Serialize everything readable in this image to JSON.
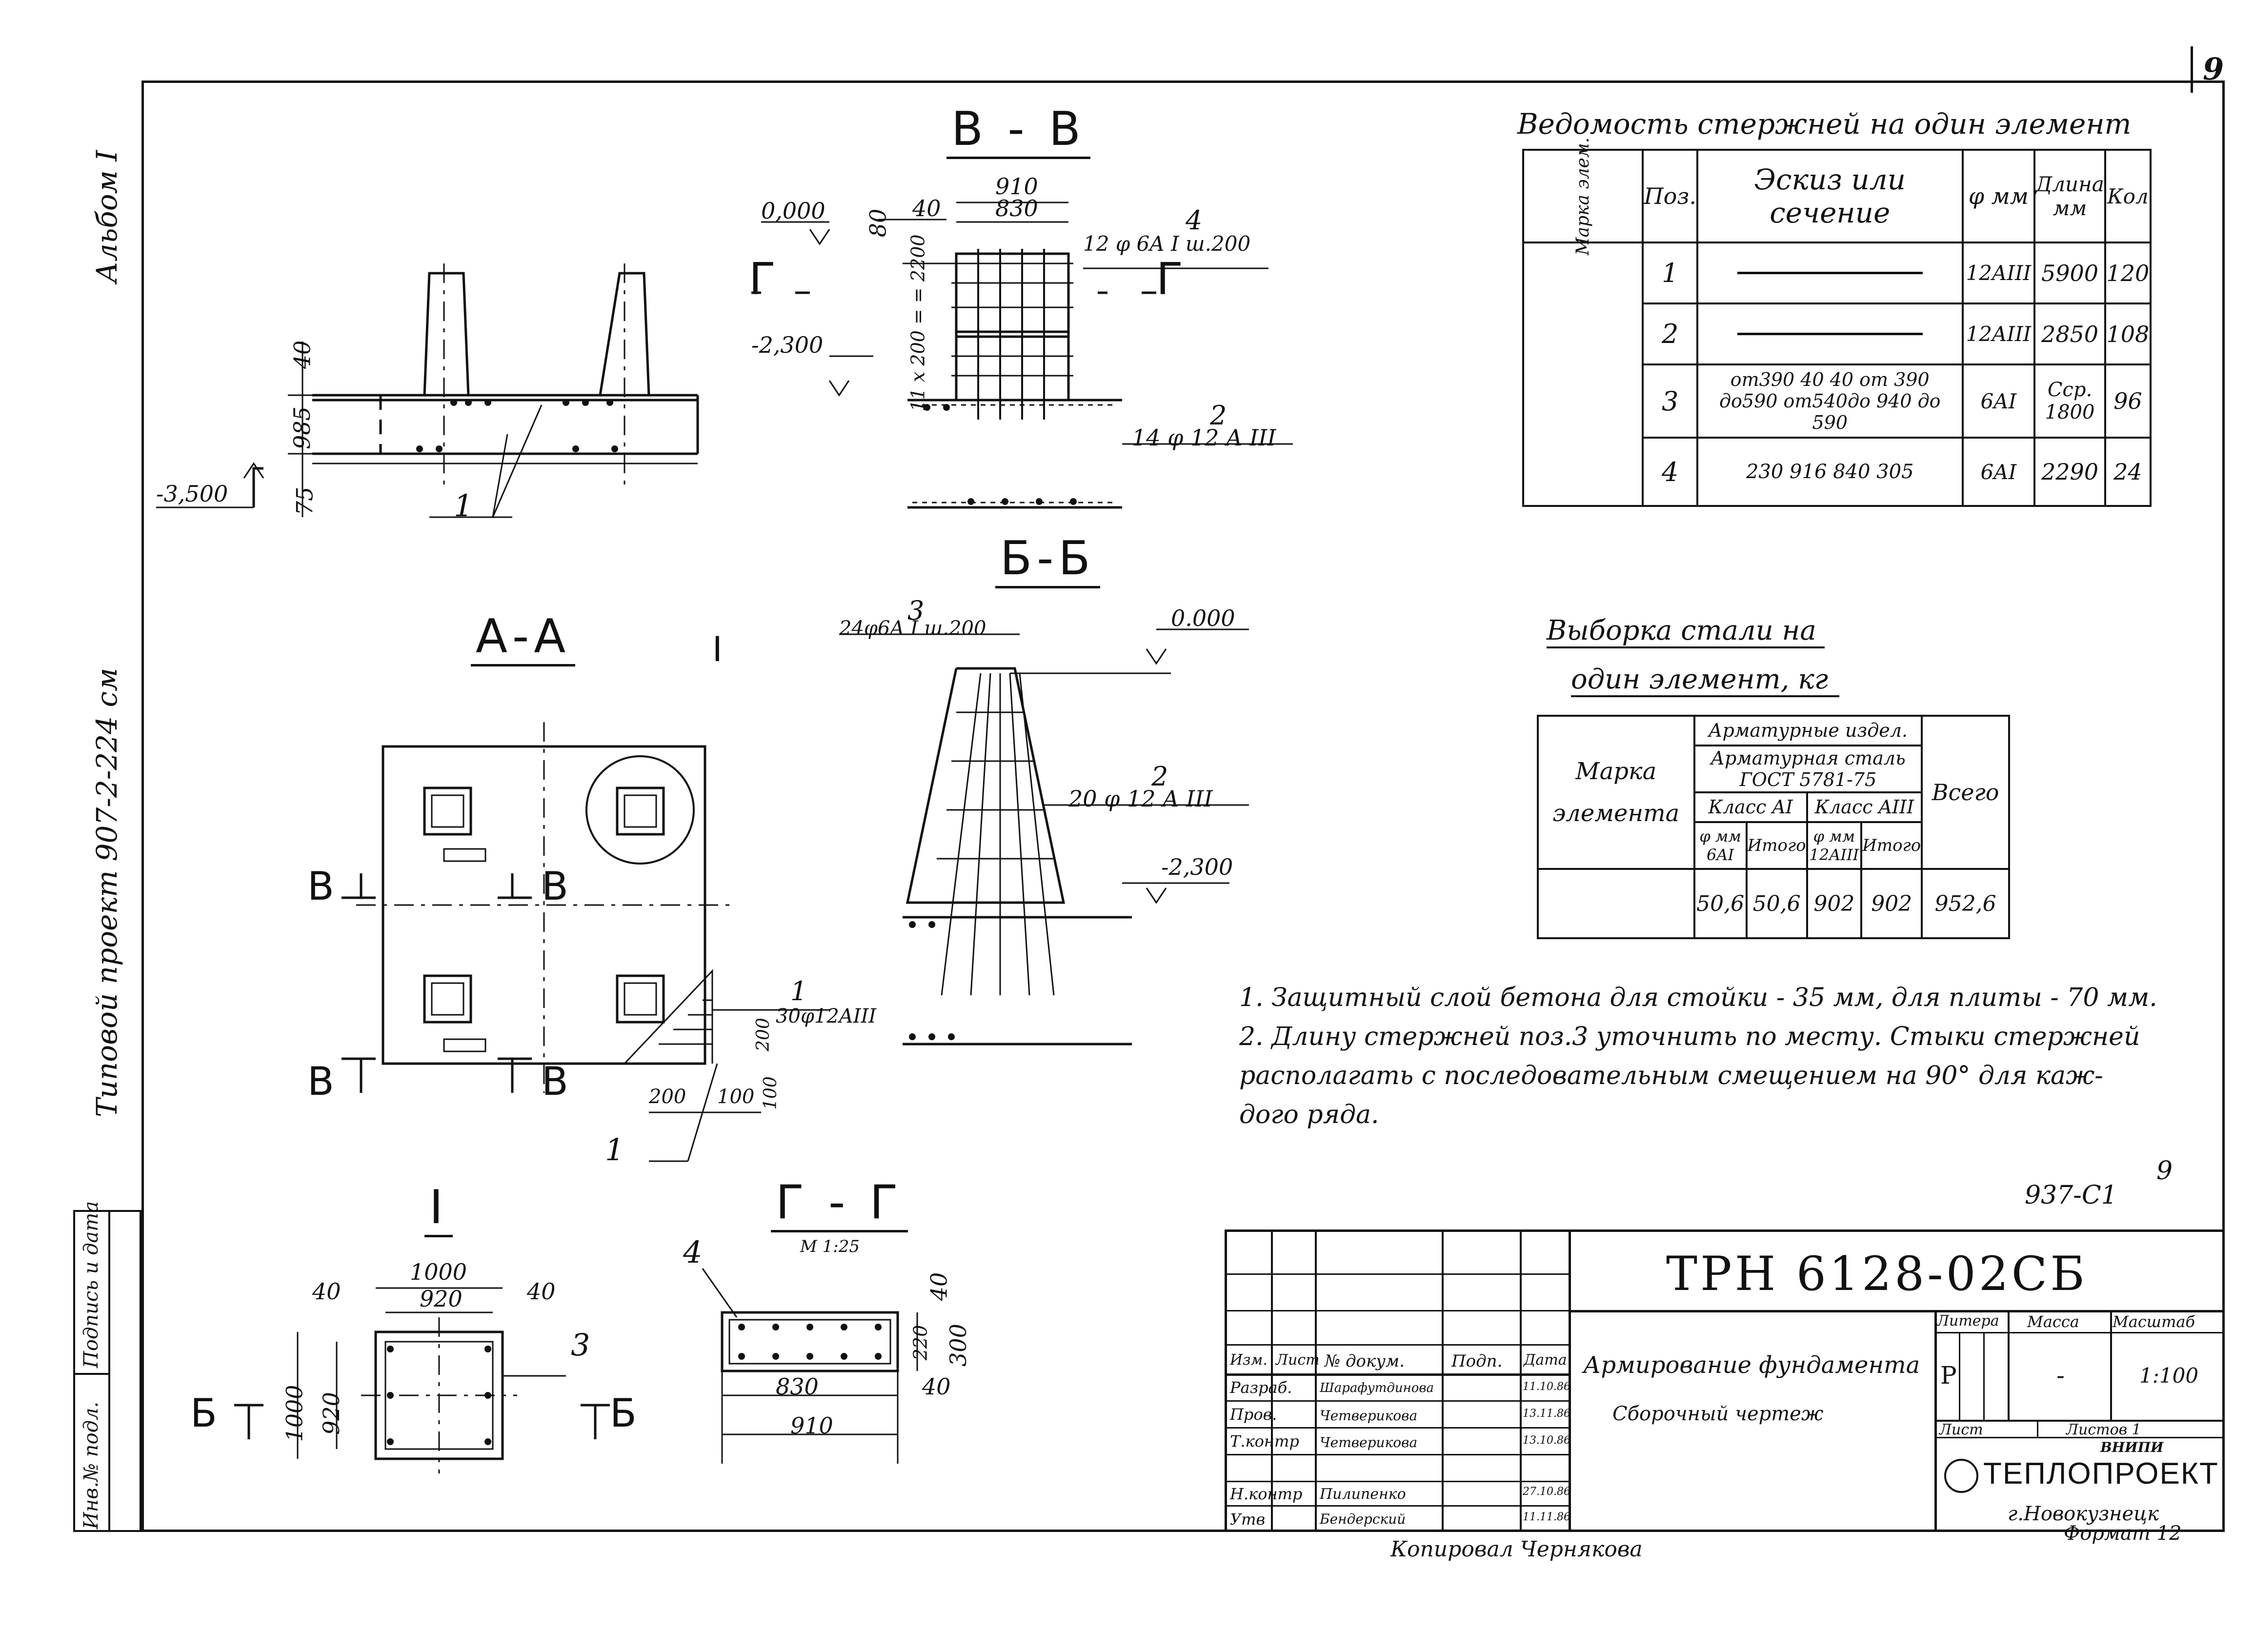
{
  "sheet": {
    "page_number": "9",
    "album": "Альбом I",
    "project": "Типовой проект  907-2-224 см",
    "drawing_ref": "937-C1",
    "drawing_ref_page": "9",
    "copied_by": "Копировал  Чернякова",
    "format": "Формат 12"
  },
  "left_stamp": {
    "cells": [
      "Инв.№ подл.",
      "Подпись и дата"
    ]
  },
  "views": {
    "vv": {
      "title": "В - В",
      "labels": [
        "910",
        "830",
        "40",
        "4",
        "12 φ 6A I ш.200",
        "0,000",
        "-2,300",
        "80",
        "11 x 200 = = 2200",
        "2",
        "14 φ 12 A III",
        "Г",
        "Г"
      ]
    },
    "elevation": {
      "labels": [
        "40",
        "985",
        "75",
        "-3,500",
        "1"
      ]
    },
    "aa": {
      "title": "А-А",
      "labels": [
        "I",
        "В",
        "В",
        "В",
        "В",
        "1",
        "30φ12AIII",
        "200",
        "200",
        "100",
        "100",
        "1"
      ]
    },
    "bb": {
      "title": "Б-Б",
      "labels": [
        "3",
        "24φ6A I ш.200",
        "0.000",
        "2",
        "20 φ 12 A III",
        "-2,300"
      ]
    },
    "detail_i": {
      "title": "I",
      "labels": [
        "40",
        "1000",
        "920",
        "40",
        "1000",
        "920",
        "3",
        "Б",
        "Б"
      ]
    },
    "gg": {
      "title": "Г - Г",
      "scale": "М 1:25",
      "labels": [
        "4",
        "40",
        "220",
        "300",
        "830",
        "40",
        "910"
      ]
    }
  },
  "rebar_schedule": {
    "title": "Ведомость стержней на один элемент",
    "headers": [
      "Марка элем.",
      "Поз.",
      "Эскиз или сечение",
      "φ мм",
      "Длина мм",
      "Кол"
    ],
    "rows": [
      {
        "pos": "1",
        "sketch": "",
        "dia": "12AIII",
        "length": "5900",
        "qty": "120"
      },
      {
        "pos": "2",
        "sketch": "",
        "dia": "12AIII",
        "length": "2850",
        "qty": "108"
      },
      {
        "pos": "3",
        "sketch": "от390 40 40 от 390 до590 от540до 940 до 590",
        "dia": "6AI",
        "length": "Сср. 1800",
        "qty": "96"
      },
      {
        "pos": "4",
        "sketch": "230 916 840 305",
        "dia": "6AI",
        "length": "2290",
        "qty": "24"
      }
    ]
  },
  "steel_sample": {
    "title_line1": "Выборка стали на",
    "title_line2": "один элемент, кг",
    "headers": {
      "mark": "Марка элемента",
      "group": "Арматурные издел.",
      "steel": "Арматурная сталь ГОСТ 5781-75",
      "class_a1": "Класс AI",
      "class_a3": "Класс AIII",
      "dia_a1": "φ мм 6AI",
      "total_a1": "Итого",
      "dia_a3": "φ мм 12AIII",
      "total_a3": "Итого",
      "grand": "Всего"
    },
    "row": [
      "",
      "50,6",
      "50,6",
      "902",
      "902",
      "952,6"
    ]
  },
  "notes": [
    "1. Защитный слой бетона для стойки - 35 мм, для плиты - 70 мм.",
    "2. Длину стержней поз.3 уточнить по месту. Стыки стержней",
    "располагать с последовательным смещением на 90° для каж-",
    "дого ряда."
  ],
  "title_block": {
    "code": "ТРН 6128-02СБ",
    "name": "Армирование фундамента",
    "subtitle": "Сборочный чертеж",
    "col_headers": [
      "Изм.",
      "Лист",
      "№ докум.",
      "Подп.",
      "Дата"
    ],
    "staff": [
      {
        "role": "Разраб.",
        "name": "Шарафутдинова",
        "date": "11.10.86"
      },
      {
        "role": "Пров.",
        "name": "Четверикова",
        "date": "13.11.86"
      },
      {
        "role": "Т.контр",
        "name": "Четверикова",
        "date": "13.10.86"
      },
      {
        "role": "",
        "name": "",
        "date": ""
      },
      {
        "role": "Н.контр",
        "name": "Пилипенко",
        "date": "27.10.86"
      },
      {
        "role": "Утв",
        "name": "Бендерский",
        "date": "11.11.86"
      }
    ],
    "litera_label": "Литера",
    "mass_label": "Масса",
    "scale_label": "Масштаб",
    "litera": "Р",
    "mass": "-",
    "scale": "1:100",
    "sheet_label": "Лист",
    "sheets_label": "Листов 1",
    "org_prefix": "ВНИПИ",
    "org": "ТЕПЛОПРОЕКТ",
    "city": "г.Новокузнецк"
  }
}
